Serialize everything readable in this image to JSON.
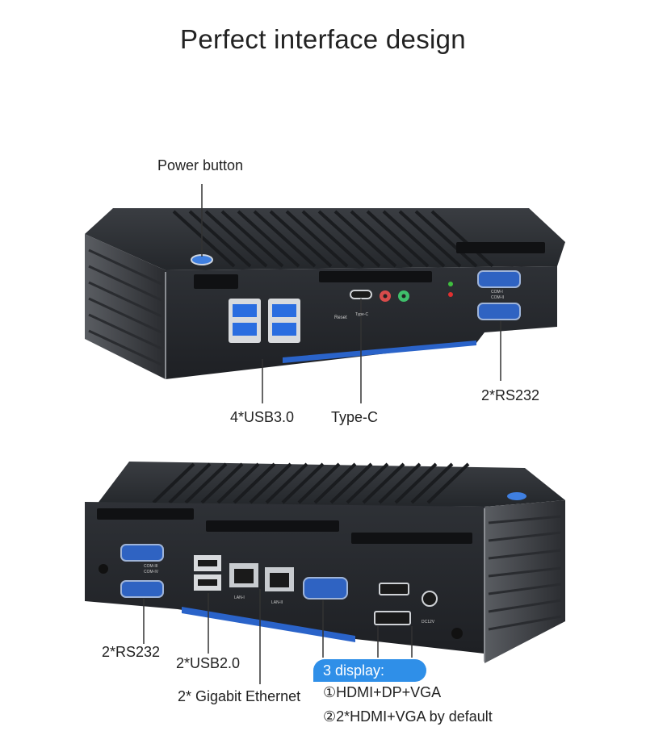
{
  "title": "Perfect interface design",
  "front": {
    "power_button": "Power button",
    "usb3": "4*USB3.0",
    "type_c": "Type-C",
    "rs232": "2*RS232",
    "port_text": {
      "reset": "Reset",
      "typec": "Type-C",
      "com1": "COM-I",
      "com2": "COM-II"
    }
  },
  "rear": {
    "rs232": "2*RS232",
    "usb2": "2*USB2.0",
    "ethernet": "2* Gigabit Ethernet",
    "display_title": "3 display:",
    "display_option1": "①HDMI+DP+VGA",
    "display_option2": "②2*HDMI+VGA by default",
    "port_text": {
      "com3": "COM-III",
      "com4": "COM-IV",
      "lan1": "LAN-I",
      "lan2": "LAN-II",
      "dc": "DC12V"
    }
  },
  "colors": {
    "accent": "#2f8fe8",
    "chassis": "#2b2e33",
    "trim": "#2a63c9"
  }
}
